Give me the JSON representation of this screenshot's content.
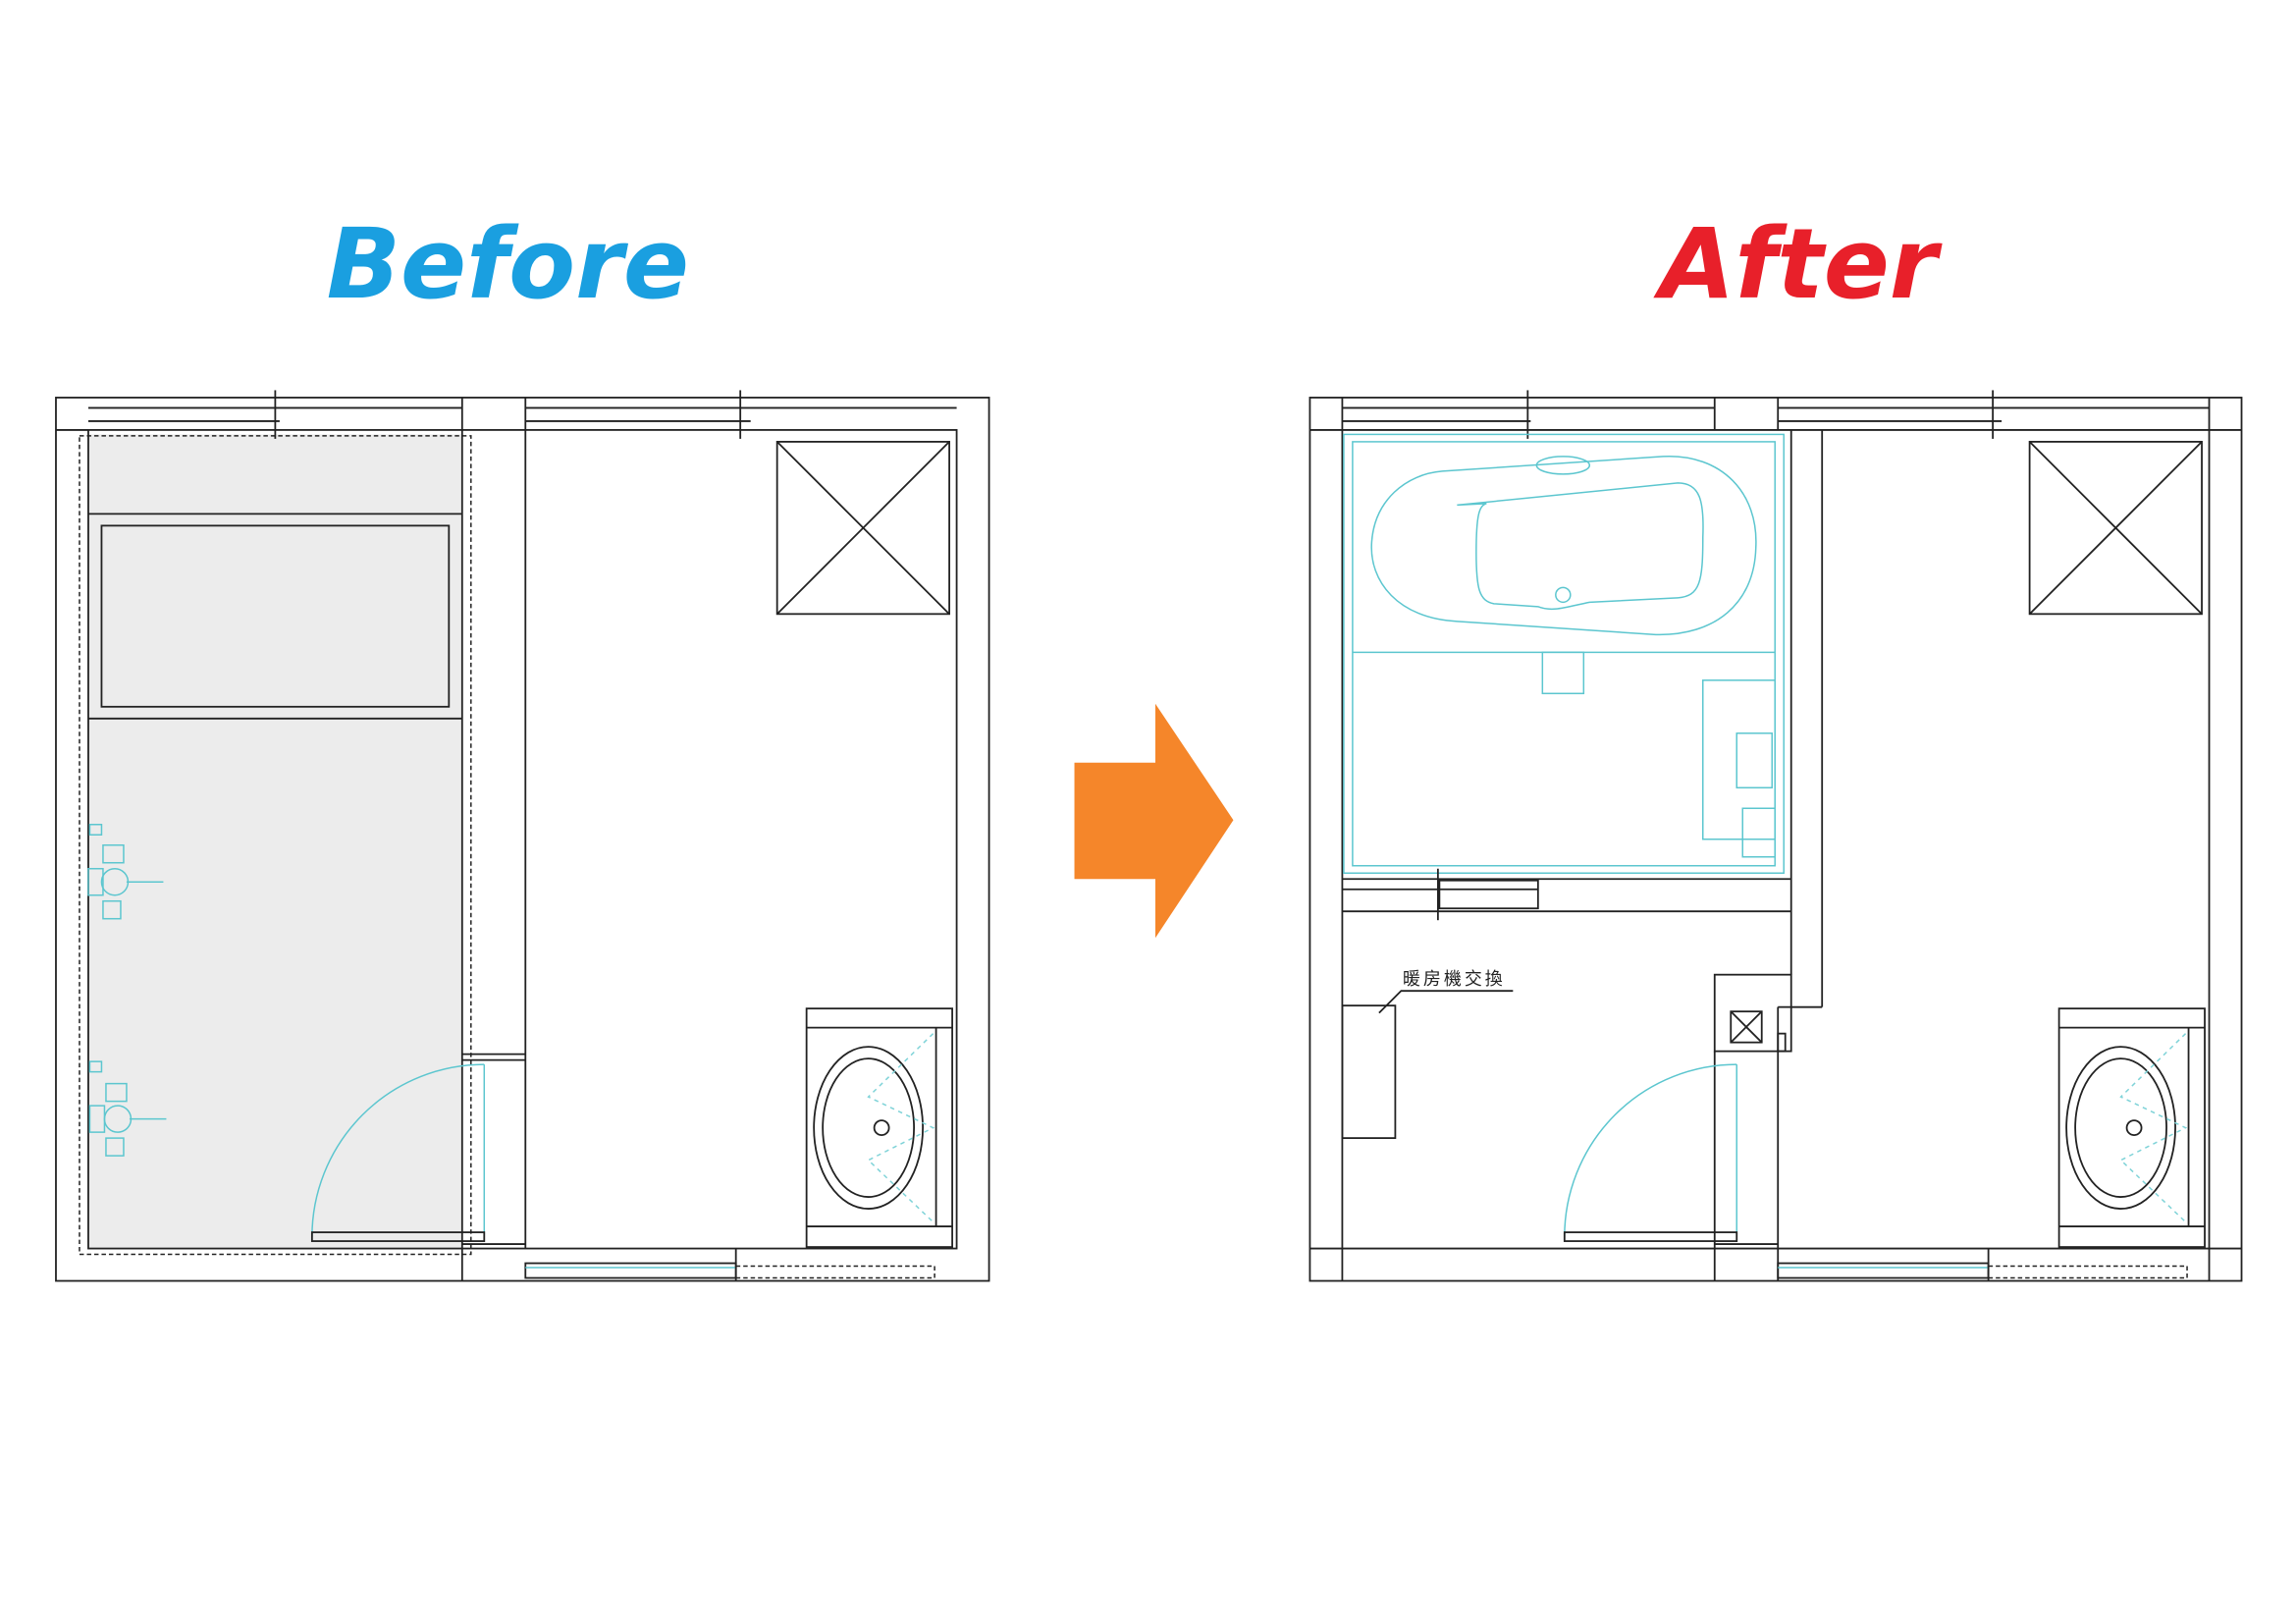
{
  "before": {
    "title": "Before"
  },
  "after": {
    "title": "After",
    "annotation": "暖房機交換"
  },
  "colors": {
    "before_title": "#1a9fe0",
    "after_title": "#e8202a",
    "arrow": "#f5862a",
    "fixture": "#5cc6cf",
    "removed_area": "#ececec"
  },
  "icons": [
    "right-arrow-icon"
  ]
}
